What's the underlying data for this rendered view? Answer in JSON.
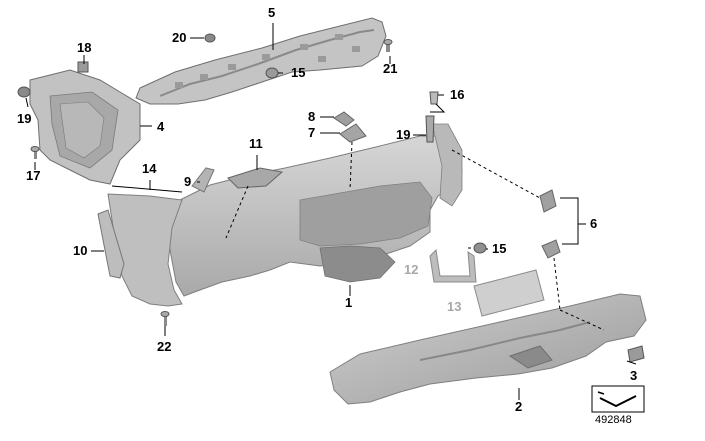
{
  "callouts": {
    "c1": "1",
    "c2": "2",
    "c3": "3",
    "c4": "4",
    "c5": "5",
    "c6": "6",
    "c7": "7",
    "c8": "8",
    "c9": "9",
    "c10": "10",
    "c11": "11",
    "c12": "12",
    "c13": "13",
    "c14": "14",
    "c15a": "15",
    "c15b": "15",
    "c16": "16",
    "c17": "17",
    "c18": "18",
    "c19a": "19",
    "c19b": "19",
    "c20": "20",
    "c21": "21",
    "c22": "22"
  },
  "reference_number": "492848",
  "colors": {
    "part_fill": "#c9c9c9",
    "part_dark": "#8f8f8f",
    "part_light": "#e3e3e3",
    "line": "#000000"
  }
}
